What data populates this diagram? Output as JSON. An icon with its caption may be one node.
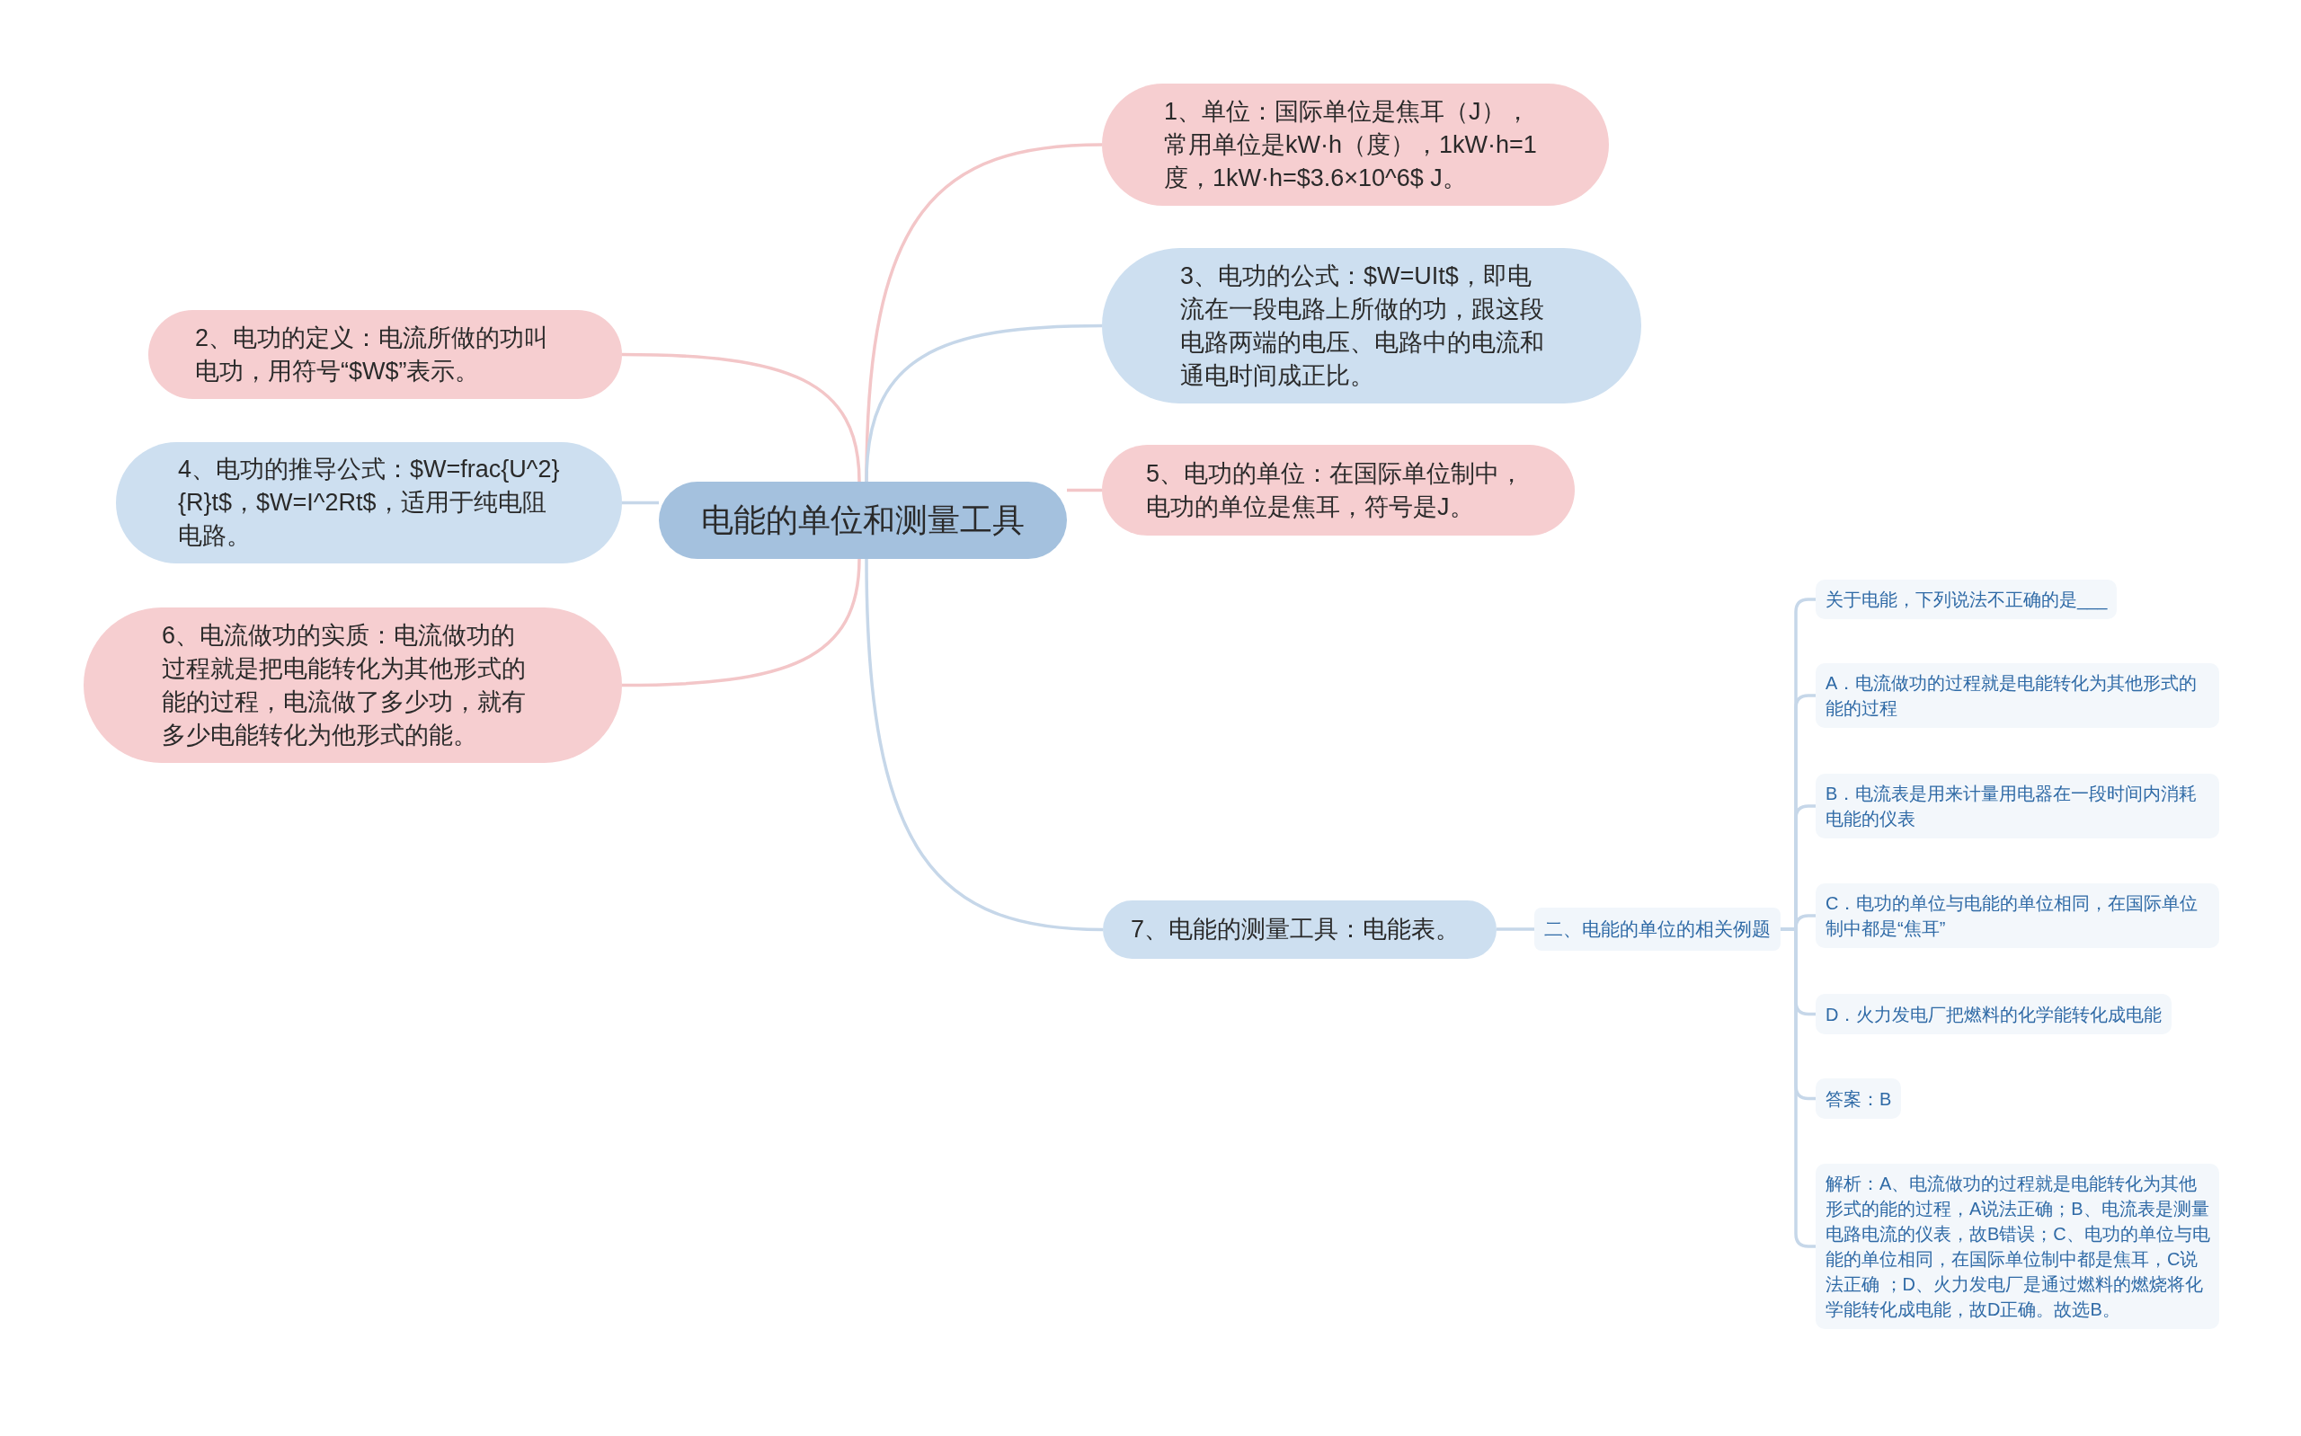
{
  "diagram": {
    "nodes": [
      {
        "text": [
          "电能的单位和测量工具"
        ]
      },
      {
        "text": [
          "1、单位：国际单位是焦耳（J），常用单位是kW·h（度），1kW·h=1度，1kW·h=$3.6×10^6$ J。"
        ]
      },
      {
        "text": [
          "2、电功的定义：电流所做的功叫电功，用符号“$W$”表示。"
        ]
      },
      {
        "text": [
          "3、电功的公式：$W=UIt$，即电流在一段电路上所做的功，跟这段电路两端的电压、电路中的电流和通电时间成正比。"
        ]
      },
      {
        "text": [
          "4、电功的推导公式：$W=frac{U^2}{R}t$，$W=I^2Rt$，适用于纯电阻电路。"
        ]
      },
      {
        "text": [
          "5、电功的单位：在国际单位制中，电功的单位是焦耳，符号是J。"
        ]
      },
      {
        "text": [
          "6、电流做功的实质：电流做功的过程就是把电能转化为其他形式的能的过程，电流做了多少功，就有多少电能转化为他形式的能。"
        ]
      },
      {
        "text": [
          "7、电能的测量工具：电能表。"
        ]
      },
      {
        "text": [
          "二、电能的单位的相关例题"
        ]
      },
      {
        "text": [
          "关于电能，下列说法不正确的是___"
        ]
      },
      {
        "text": [
          "A．电流做功的过程就是电能转化为其他形式的能的过程"
        ]
      },
      {
        "text": [
          "B．电流表是用来计量用电器在一段时间内消耗电能的仪表"
        ]
      },
      {
        "text": [
          "C．电功的单位与电能的单位相同，在国际单位制中都是“焦耳”"
        ]
      },
      {
        "text": [
          "D．火力发电厂把燃料的化学能转化成电能"
        ]
      },
      {
        "text": [
          "答案：B"
        ]
      },
      {
        "text": [
          "解析：A、电流做功的过程就是电能转化为其他形式的能的过程，A说法正确；B、电流表是测量电路电流的仪表，故B错误；C、电功的单位与电能的单位相同，在国际单位制中都是焦耳，C说法正确 ；D、火力发电厂是通过燃料的燃烧将化学能转化成电能，故D正确。故选B。"
        ]
      }
    ],
    "edges": [
      {
        "from": 0,
        "to": 1,
        "arrow": "none",
        "color": "#f3c6c8"
      },
      {
        "from": 0,
        "to": 2,
        "arrow": "none",
        "color": "#f3c6c8"
      },
      {
        "from": 0,
        "to": 3,
        "arrow": "none"
      },
      {
        "from": 0,
        "to": 4,
        "arrow": "none"
      },
      {
        "from": 0,
        "to": 5,
        "arrow": "none",
        "color": "#f3c6c8"
      },
      {
        "from": 0,
        "to": 6,
        "arrow": "none",
        "color": "#f3c6c8"
      },
      {
        "from": 0,
        "to": 7,
        "arrow": "none"
      },
      {
        "from": 7,
        "to": 8,
        "arrow": "none"
      },
      {
        "from": 8,
        "to": 9,
        "arrow": "none"
      },
      {
        "from": 8,
        "to": 10,
        "arrow": "none"
      },
      {
        "from": 8,
        "to": 11,
        "arrow": "none"
      },
      {
        "from": 8,
        "to": 12,
        "arrow": "none"
      },
      {
        "from": 8,
        "to": 13,
        "arrow": "none"
      },
      {
        "from": 8,
        "to": 14,
        "arrow": "none"
      },
      {
        "from": 8,
        "to": 15,
        "arrow": "none"
      }
    ]
  }
}
